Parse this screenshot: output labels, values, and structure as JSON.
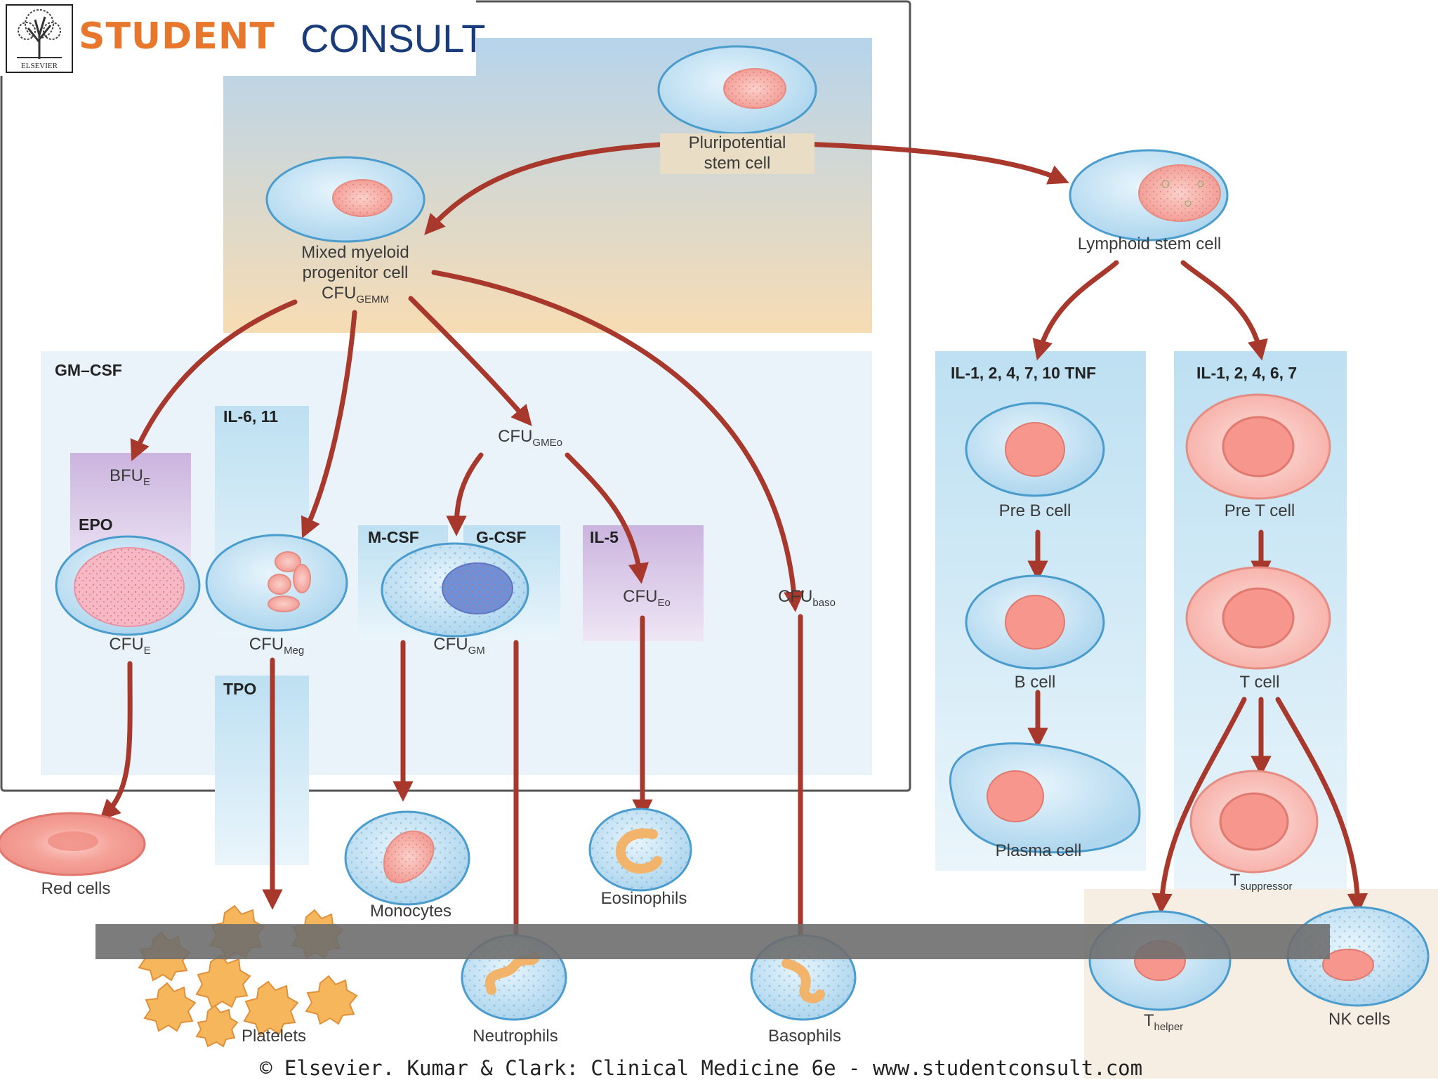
{
  "brand": {
    "student": "STUDENT",
    "consult": "CONSULT",
    "elsevier": "ELSEVIER"
  },
  "footer": "© Elsevier. Kumar & Clark: Clinical Medicine 6e - www.studentconsult.com",
  "factors": {
    "gm_csf": "GM–CSF",
    "il6_11": "IL-6, 11",
    "epo": "EPO",
    "tpo": "TPO",
    "m_csf": "M-CSF",
    "g_csf": "G-CSF",
    "il5": "IL-5",
    "il_b": "IL-1, 2, 4, 7, 10 TNF",
    "il_t": "IL-1, 2, 4, 6, 7"
  },
  "labels": {
    "pluripotent_1": "Pluripotential",
    "pluripotent_2": "stem cell",
    "mixed_1": "Mixed myeloid",
    "mixed_2": "progenitor cell",
    "cfu": "CFU",
    "gemm": "GEMM",
    "lymphoid": "Lymphoid stem cell",
    "bfu": "BFU",
    "e": "E",
    "meg": "Meg",
    "gm": "GM",
    "gmeo": "GMEo",
    "eo": "Eo",
    "baso": "baso",
    "pre_b": "Pre B cell",
    "b_cell": "B cell",
    "plasma": "Plasma cell",
    "pre_t": "Pre T cell",
    "t_cell": "T cell",
    "t": "T",
    "suppressor": "suppressor",
    "helper": "helper",
    "nk": "NK cells",
    "red_cells": "Red cells",
    "platelets": "Platelets",
    "monocytes": "Monocytes",
    "neutrophils": "Neutrophils",
    "eosinophils": "Eosinophils",
    "basophils": "Basophils"
  },
  "colors": {
    "arrow": "#a8372c",
    "cell_fill": "#bfe0f2",
    "cell_stroke": "#4a9ccd",
    "nucleus": "#f4a7a0",
    "t_cell_fill": "#f7b7b1",
    "purple_band": "#c9b3dc",
    "blue_band": "#bde0f2"
  }
}
